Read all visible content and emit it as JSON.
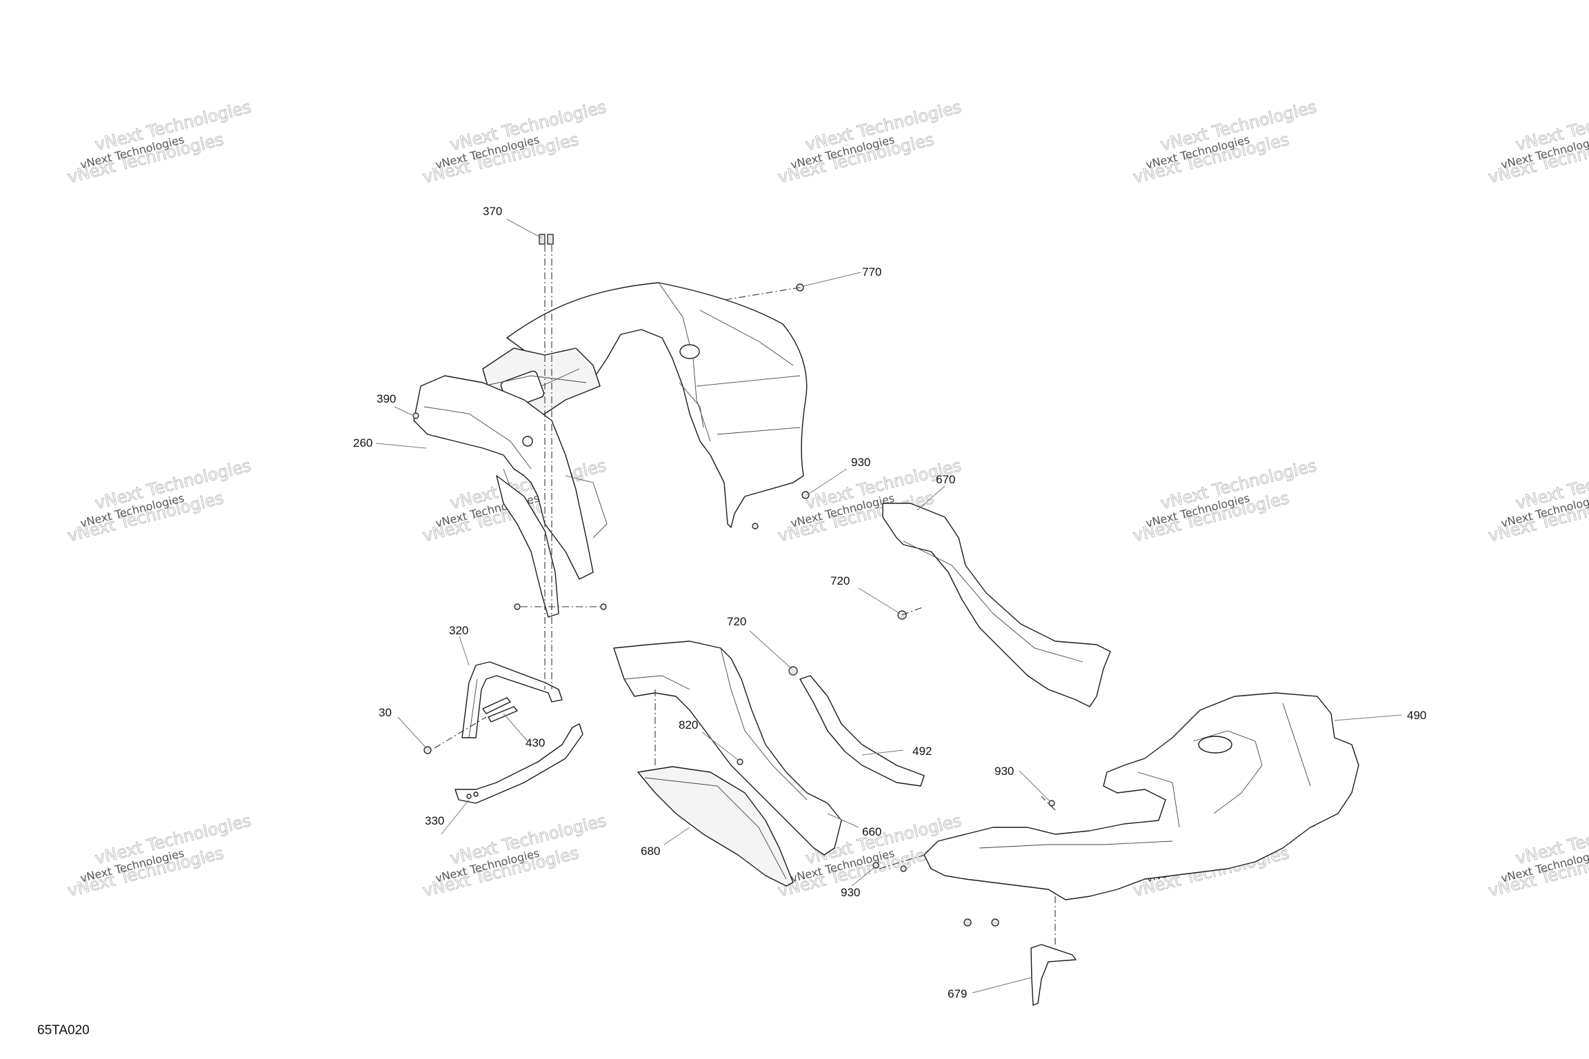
{
  "diagram": {
    "figure_code": "65TA020",
    "callouts": [
      "370",
      "770",
      "390",
      "260",
      "930",
      "670",
      "720",
      "320",
      "720",
      "30",
      "430",
      "820",
      "492",
      "490",
      "930",
      "330",
      "680",
      "660",
      "930",
      "679"
    ],
    "watermark": {
      "line1": "vNext Technologies",
      "line2": "vNext Technologies"
    }
  }
}
